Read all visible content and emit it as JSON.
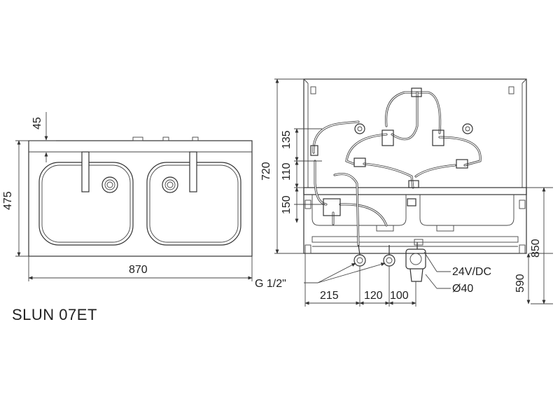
{
  "model": "SLUN 07ET",
  "top_view": {
    "dim_depth_offset": "45",
    "dim_depth": "475",
    "dim_width": "870"
  },
  "front_view": {
    "dim_height_720": "720",
    "dim_135": "135",
    "dim_110": "110",
    "dim_150": "150",
    "dim_850": "850",
    "dim_590": "590",
    "dim_215": "215",
    "dim_120": "120",
    "dim_100": "100",
    "label_thread": "G 1/2\"",
    "label_voltage": "24V/DC",
    "label_drain": "Ø40"
  }
}
